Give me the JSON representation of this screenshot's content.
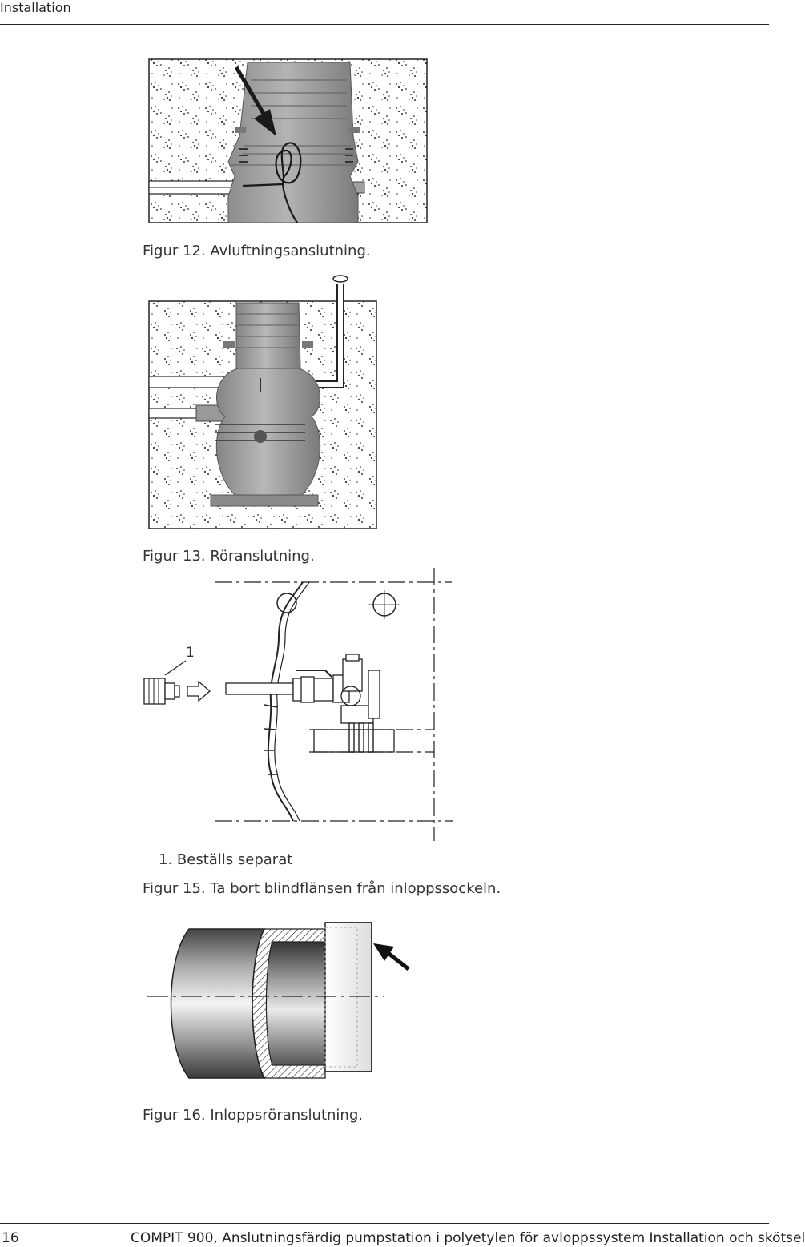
{
  "header": {
    "section": "Installation"
  },
  "figures": {
    "fig12": {
      "caption": "Figur 12. Avluftningsanslutning."
    },
    "fig13": {
      "caption": "Figur 13. Röranslutning."
    },
    "fig15": {
      "callout": "1",
      "note": "1.  Beställs separat",
      "caption": "Figur 15. Ta bort blindflänsen från inloppssockeln."
    },
    "fig16": {
      "caption": "Figur 16. Inloppsröranslutning."
    }
  },
  "footer": {
    "page_number": "16",
    "document_title": "COMPIT 900, Anslutningsfärdig pumpstation i polyetylen för avloppssystem Installation och skötsel"
  }
}
